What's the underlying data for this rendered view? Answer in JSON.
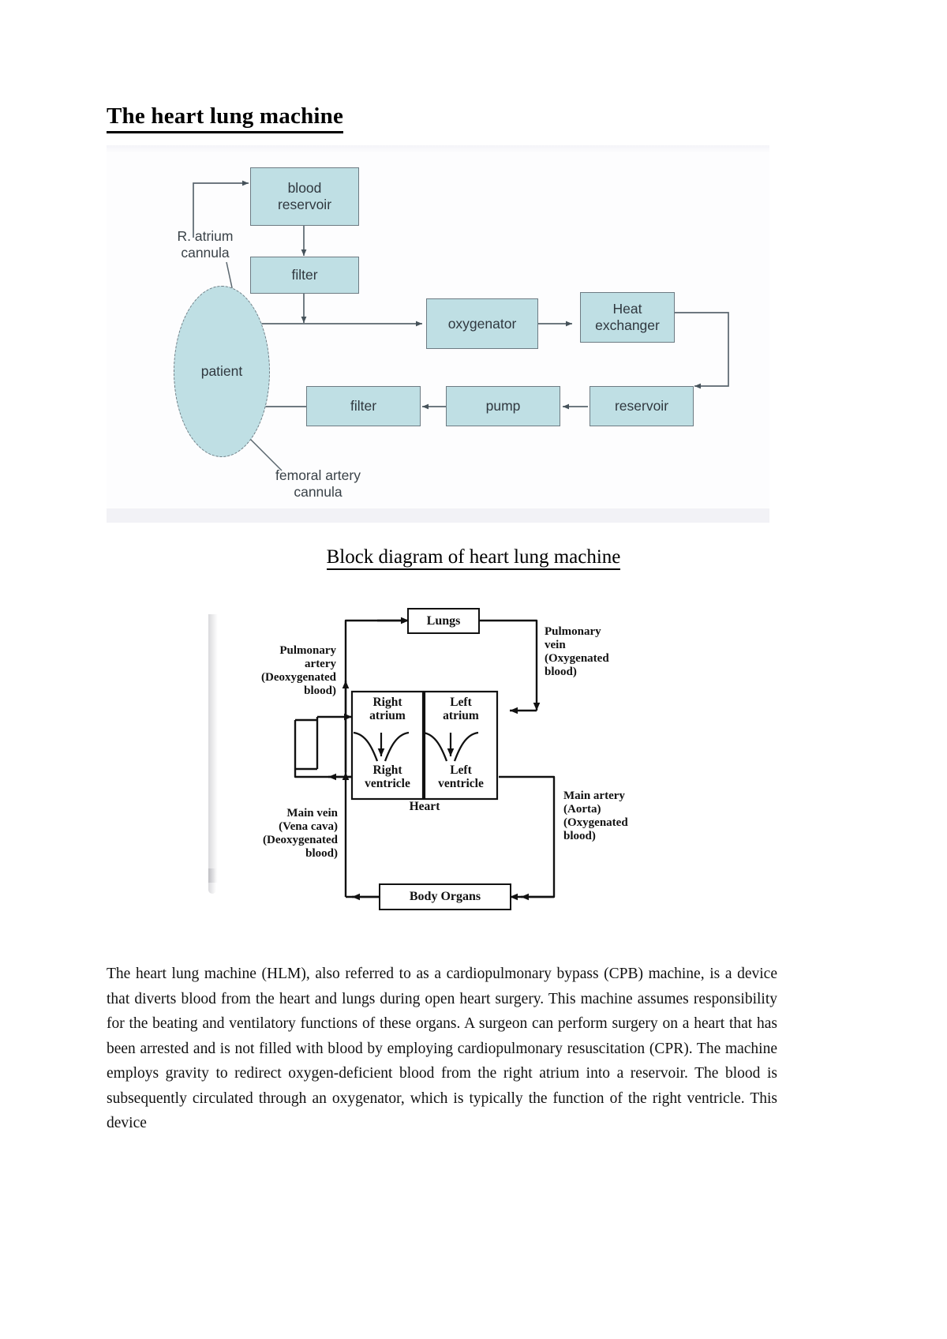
{
  "document": {
    "title": "The heart lung machine",
    "figure_caption": "Block diagram of heart lung machine",
    "body_paragraph": "The heart lung machine (HLM), also referred to as a cardiopulmonary bypass (CPB) machine, is a device that diverts blood from the heart and lungs during open heart surgery. This machine assumes responsibility for the beating and ventilatory functions of these organs. A surgeon can perform surgery on a heart that has been arrested and is not filled with blood by employing cardiopulmonary resuscitation (CPR). The machine employs gravity to redirect oxygen-deficient blood from the right atrium into a reservoir. The blood is subsequently circulated through an oxygenator, which is typically the function of the right ventricle. This device"
  },
  "figure1": {
    "name": "heart-lung-machine-circuit-diagram",
    "box_fill": "#bfdfe4",
    "box_stroke": "#6d7b83",
    "boxes": {
      "blood_reservoir": "blood\nreservoir",
      "blood_reservoir_line1": "blood",
      "blood_reservoir_line2": "reservoir",
      "filter_top": "filter",
      "oxygenator": "oxygenator",
      "heat_exchanger_line1": "Heat",
      "heat_exchanger_line2": "exchanger",
      "filter_bottom": "filter",
      "pump": "pump",
      "reservoir": "reservoir",
      "patient": "patient"
    },
    "labels": {
      "r_atrium_cannula_line1": "R. atrium",
      "r_atrium_cannula_line2": "cannula",
      "femoral_artery_cannula_line1": "femoral artery",
      "femoral_artery_cannula_line2": "cannula"
    }
  },
  "figure2": {
    "name": "heart-circulation-block-diagram",
    "boxes": {
      "lungs": "Lungs",
      "body_organs": "Body Organs",
      "right_atrium_line1": "Right",
      "right_atrium_line2": "atrium",
      "left_atrium_line1": "Left",
      "left_atrium_line2": "atrium",
      "right_ventricle_line1": "Right",
      "right_ventricle_line2": "ventricle",
      "left_ventricle_line1": "Left",
      "left_ventricle_line2": "ventricle",
      "heart_label": "Heart"
    },
    "labels": {
      "pulmonary_artery": "Pulmonary\nartery\n(Deoxygenated\nblood)",
      "pulmonary_artery_l1": "Pulmonary",
      "pulmonary_artery_l2": "artery",
      "pulmonary_artery_l3": "(Deoxygenated",
      "pulmonary_artery_l4": "blood)",
      "pulmonary_vein_l1": "Pulmonary",
      "pulmonary_vein_l2": "vein",
      "pulmonary_vein_l3": "(Oxygenated",
      "pulmonary_vein_l4": "blood)",
      "main_vein_l1": "Main vein",
      "main_vein_l2": "(Vena cava)",
      "main_vein_l3": "(Deoxygenated",
      "main_vein_l4": "blood)",
      "main_artery_l1": "Main artery",
      "main_artery_l2": "(Aorta)",
      "main_artery_l3": "(Oxygenated",
      "main_artery_l4": "blood)"
    }
  }
}
